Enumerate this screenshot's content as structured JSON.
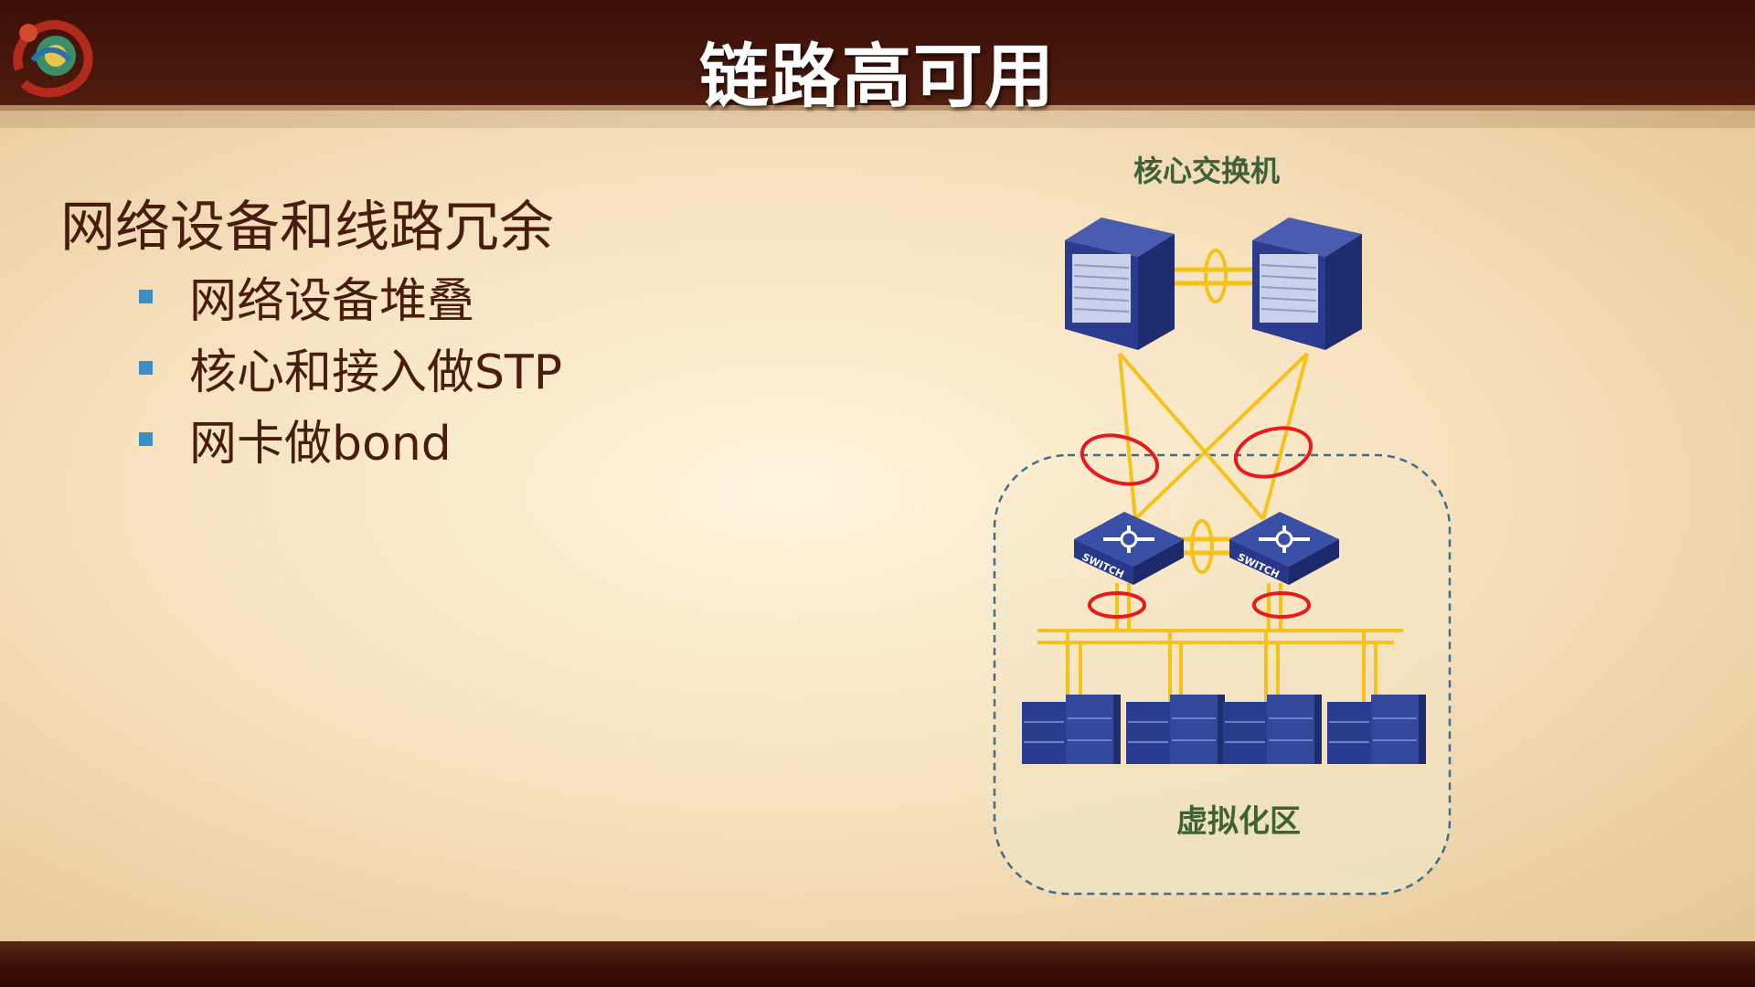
{
  "slide": {
    "title": "链路高可用",
    "heading": "网络设备和线路冗余",
    "bullets": [
      "网络设备堆叠",
      "核心和接入做STP",
      "网卡做bond"
    ]
  },
  "diagram": {
    "core_label": "核心交换机",
    "zone_label": "虚拟化区",
    "switch_text": "SWITCH",
    "colors": {
      "link": "#f5c21a",
      "redundancy_ring": "#e8191b",
      "device": "#2b3c8f",
      "zone_border": "#3e6d8f",
      "label_green": "#3f6138"
    },
    "icons": [
      "core-switch-icon",
      "access-switch-icon",
      "server-icon"
    ]
  }
}
